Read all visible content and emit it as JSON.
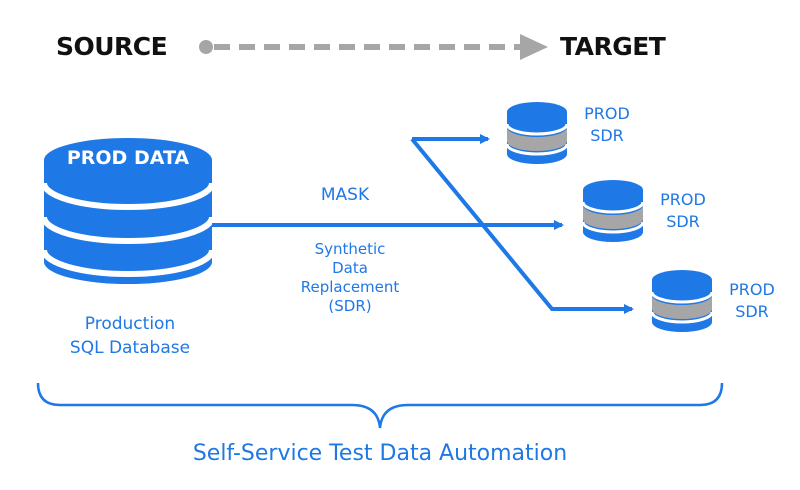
{
  "header": {
    "source_label": "SOURCE",
    "target_label": "TARGET"
  },
  "source_db": {
    "title": "PROD DATA",
    "caption_line1": "Production",
    "caption_line2": "SQL Database"
  },
  "process": {
    "mask_label": "MASK",
    "sdr_lines": [
      "Synthetic",
      "Data",
      "Replacement",
      "(SDR)"
    ]
  },
  "targets": [
    {
      "line1": "PROD",
      "line2": "SDR"
    },
    {
      "line1": "PROD",
      "line2": "SDR"
    },
    {
      "line1": "PROD",
      "line2": "SDR"
    }
  ],
  "footer": {
    "caption": "Self-Service Test Data Automation"
  },
  "colors": {
    "accent_blue": "#1e78e6",
    "band_gray": "#a6a6a6",
    "arrow_gray": "#a6a6a6",
    "header_black": "#111111"
  }
}
